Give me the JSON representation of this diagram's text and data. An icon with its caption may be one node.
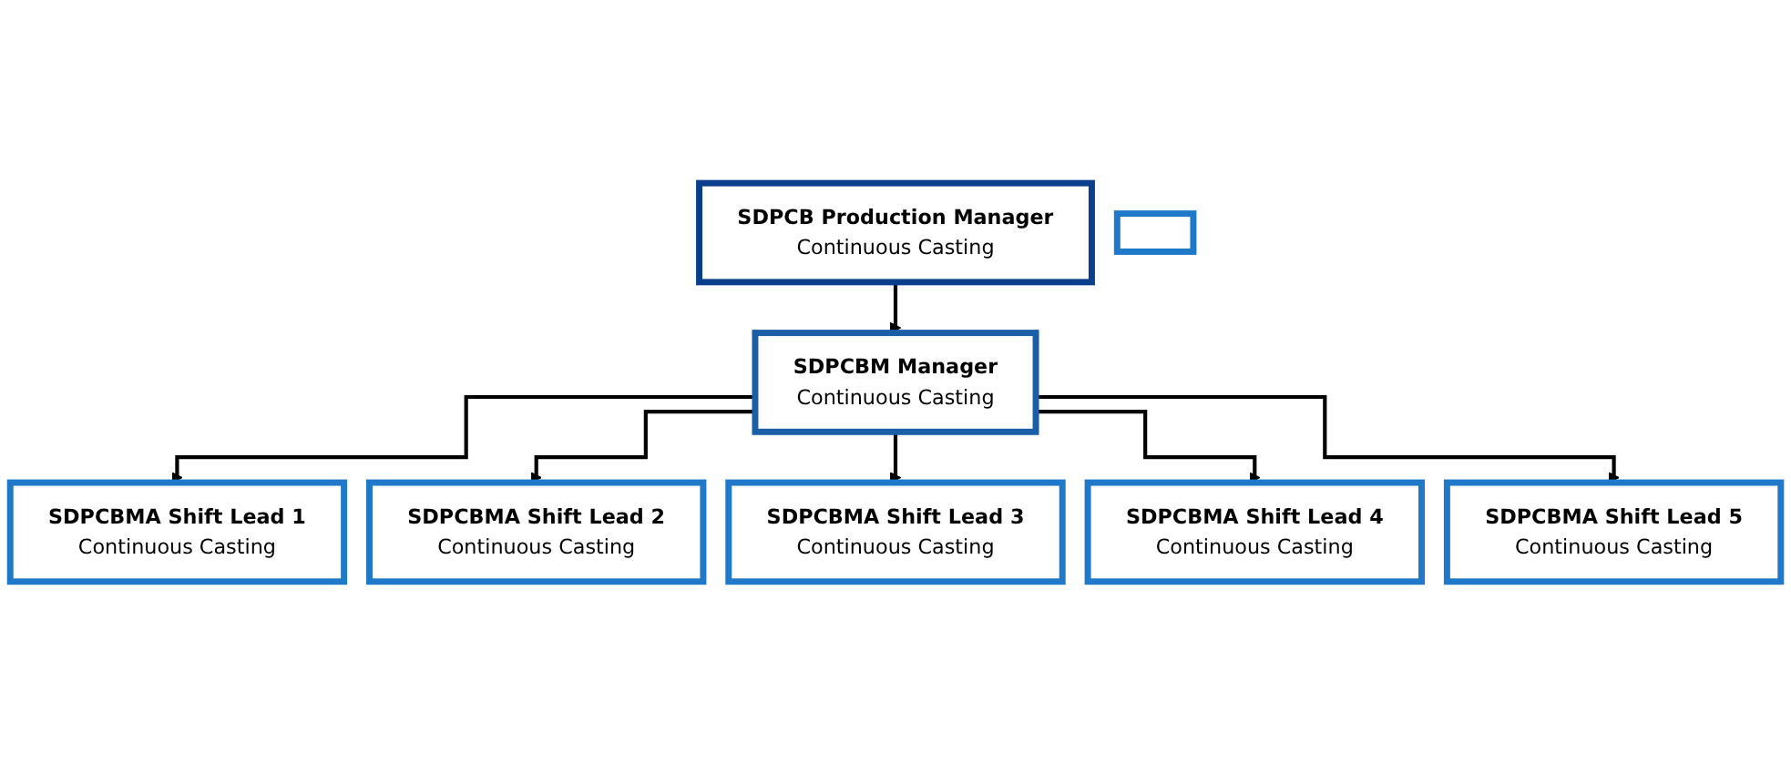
{
  "diagram": {
    "nodes": [
      {
        "text": [
          "SDPCB Production Manager",
          "Continuous Casting"
        ]
      },
      {
        "text": [
          "SDPCBM Manager",
          "Continuous Casting"
        ]
      },
      {
        "text": [
          "SDPCBMA Shift Lead 1",
          "Continuous Casting"
        ]
      },
      {
        "text": [
          "SDPCBMA Shift Lead 2",
          "Continuous Casting"
        ]
      },
      {
        "text": [
          "SDPCBMA Shift Lead 3",
          "Continuous Casting"
        ]
      },
      {
        "text": [
          "SDPCBMA Shift Lead 4",
          "Continuous Casting"
        ]
      },
      {
        "text": [
          "SDPCBMA Shift Lead 5",
          "Continuous Casting"
        ]
      },
      {
        "text": [],
        "shape": "box"
      }
    ],
    "edges": [
      {
        "from": 0,
        "to": 1,
        "arrow": "to"
      },
      {
        "from": 1,
        "to": 2,
        "arrow": "to"
      },
      {
        "from": 1,
        "to": 3,
        "arrow": "to"
      },
      {
        "from": 1,
        "to": 4,
        "arrow": "to"
      },
      {
        "from": 1,
        "to": 5,
        "arrow": "to"
      },
      {
        "from": 1,
        "to": 6,
        "arrow": "to"
      }
    ]
  }
}
